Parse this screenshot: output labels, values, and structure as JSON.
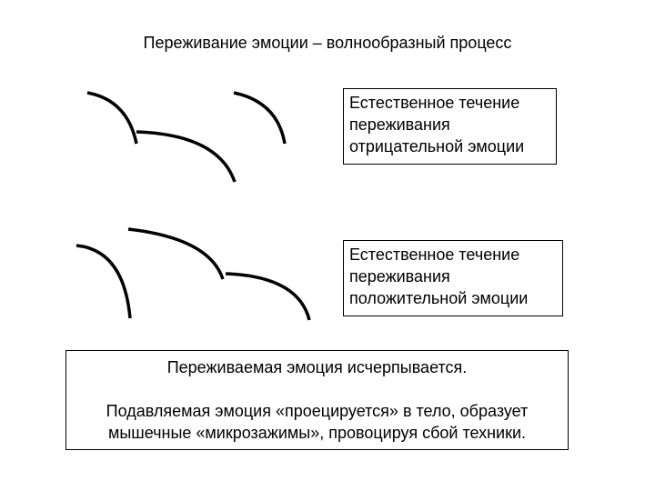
{
  "title": "Переживание эмоции – волнообразный процесс",
  "negative_box": {
    "lines": [
      "Естественное течение",
      "переживания",
      "отрицательной эмоции"
    ]
  },
  "positive_box": {
    "lines": [
      "Естественное течение",
      "переживания",
      "положительной эмоции"
    ]
  },
  "bottom_box": {
    "line1": "Переживаемая эмоция исчерпывается.",
    "line2": "Подавляемая эмоция «проецируется» в тело, образует",
    "line3": "мышечные «микрозажимы», провоцируя сбой техники."
  },
  "colors": {
    "stroke": "#000000",
    "background": "#ffffff"
  }
}
